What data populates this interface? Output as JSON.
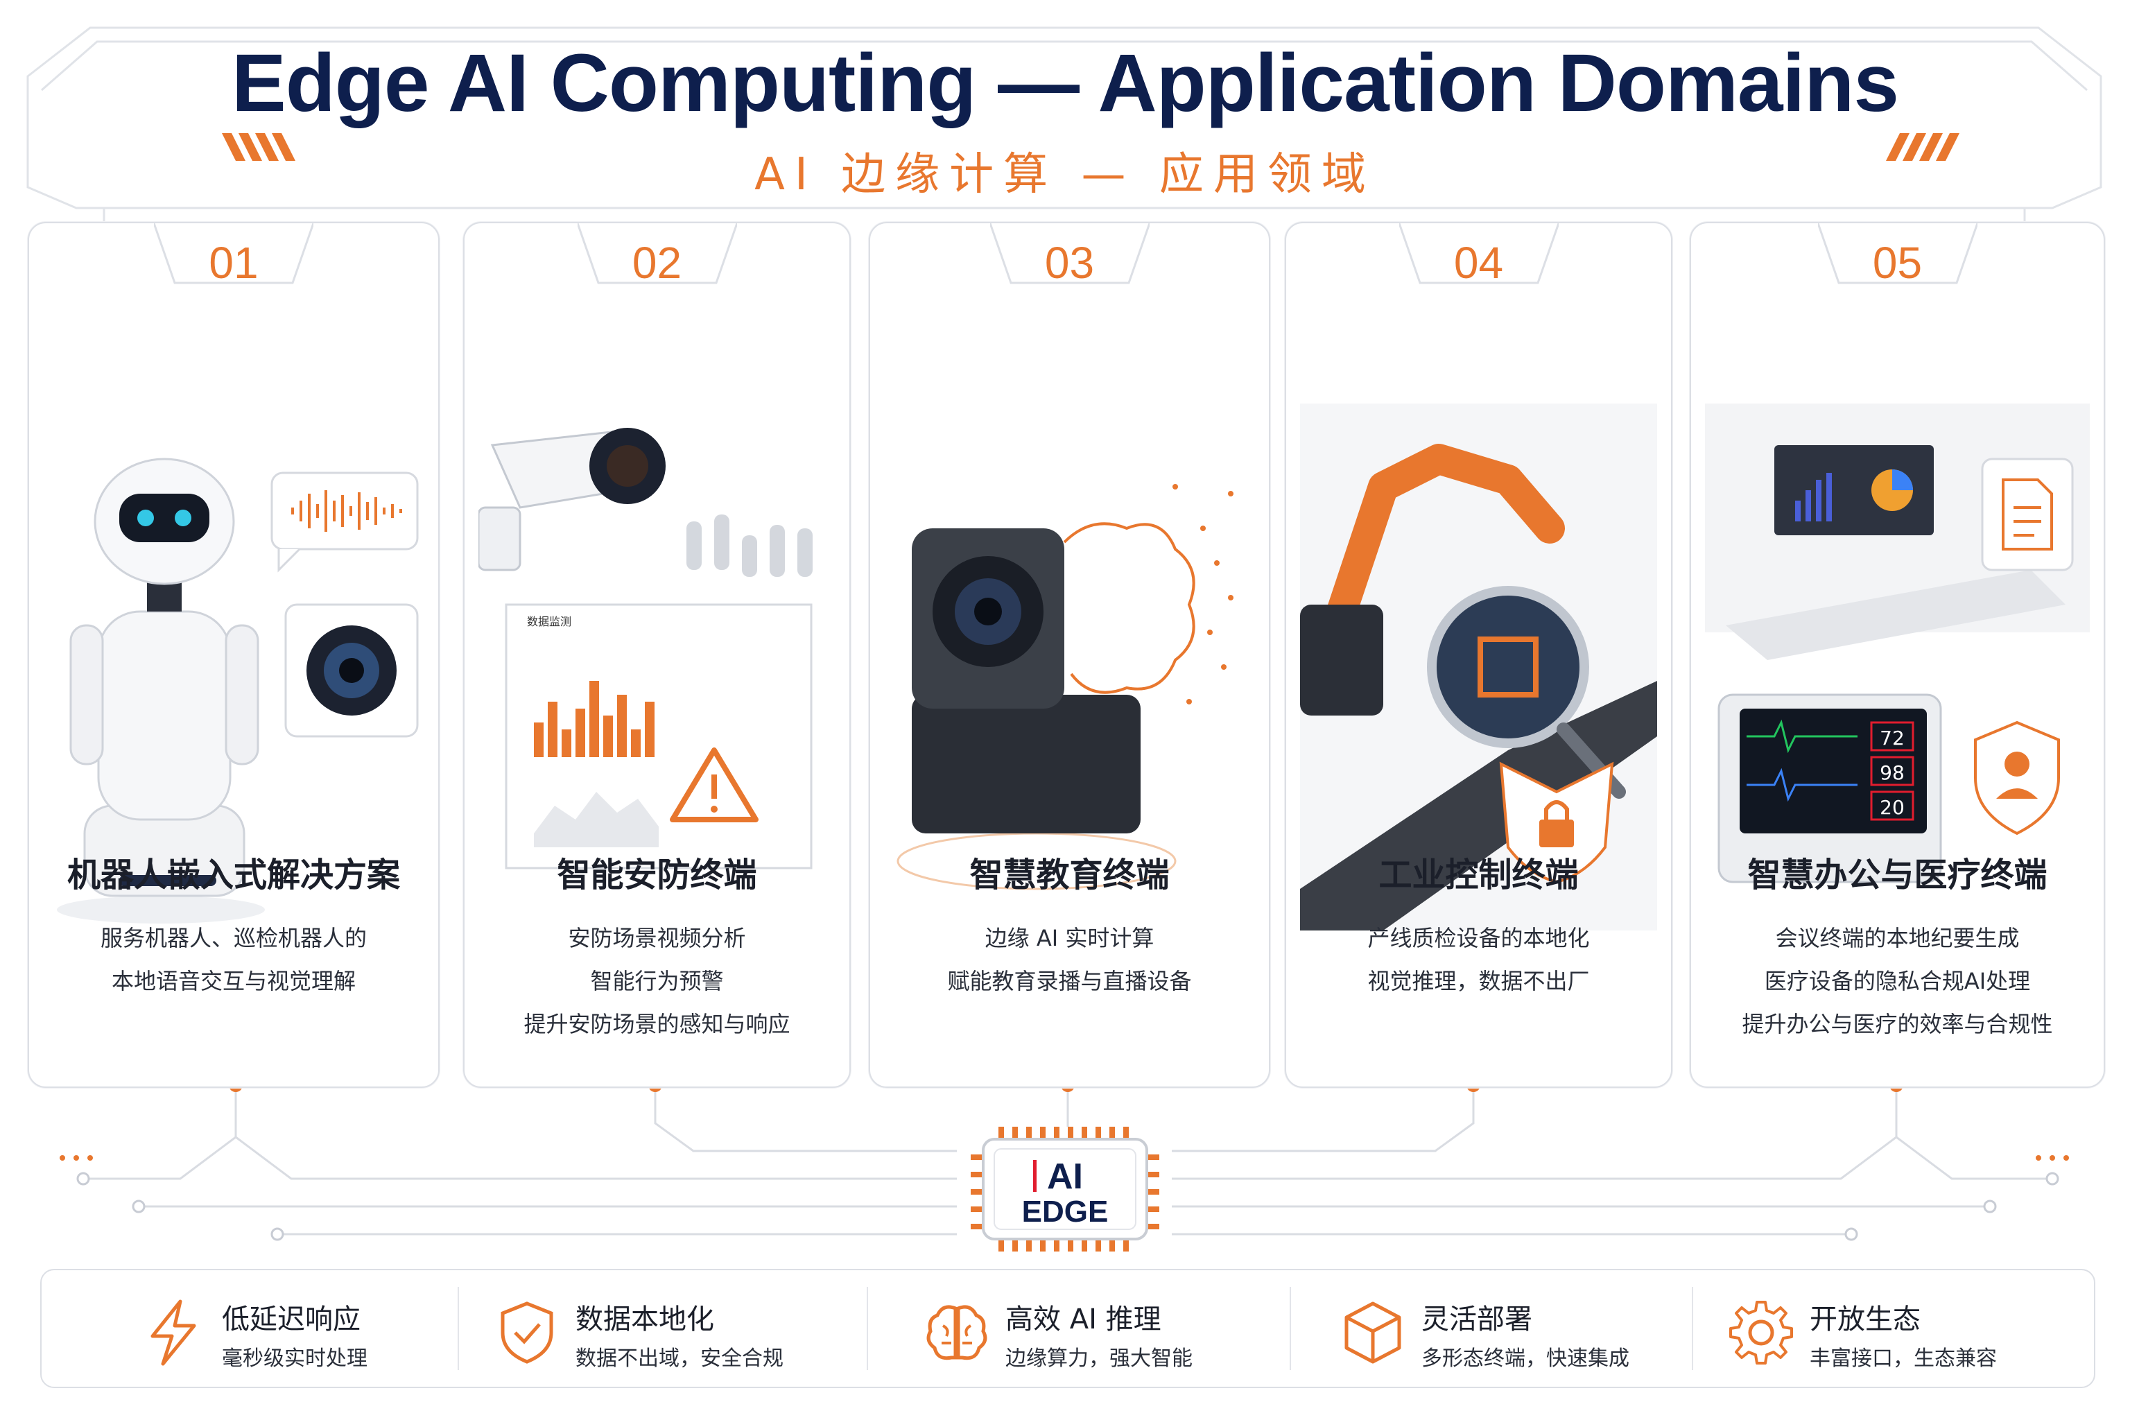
{
  "header": {
    "title": "Edge AI Computing — Application Domains",
    "subtitle": "AI 边缘计算 — 应用领域"
  },
  "colors": {
    "accent": "#e8772e",
    "navy": "#0e1f4d",
    "border": "#dcdfe5",
    "text": "#1b1f2a"
  },
  "cards": [
    {
      "num": "01",
      "title": "机器人嵌入式解决方案",
      "desc": [
        "服务机器人、巡检机器人的",
        "本地语音交互与视觉理解"
      ],
      "icon": "robot-icon"
    },
    {
      "num": "02",
      "title": "智能安防终端",
      "desc": [
        "安防场景视频分析",
        "智能行为预警",
        "提升安防场景的感知与响应"
      ],
      "icon": "security-camera-icon"
    },
    {
      "num": "03",
      "title": "智慧教育终端",
      "desc": [
        "边缘 AI 实时计算",
        "赋能教育录播与直播设备"
      ],
      "icon": "webcam-brain-icon"
    },
    {
      "num": "04",
      "title": "工业控制终端",
      "desc": [
        "产线质检设备的本地化",
        "视觉推理，数据不出厂"
      ],
      "icon": "robot-arm-icon"
    },
    {
      "num": "05",
      "title": "智慧办公与医疗终端",
      "desc": [
        "会议终端的本地纪要生成",
        "医疗设备的隐私合规AI处理",
        "提升办公与医疗的效率与合规性"
      ],
      "icon": "office-medical-icon"
    }
  ],
  "art_text": {
    "dashboard_label": "数据监测",
    "vitals": [
      "72",
      "98",
      "20"
    ]
  },
  "chip": {
    "line1": "AI",
    "line2": "EDGE"
  },
  "features": [
    {
      "title": "低延迟响应",
      "sub": "毫秒级实时处理",
      "icon": "lightning-icon"
    },
    {
      "title": "数据本地化",
      "sub": "数据不出域，安全合规",
      "icon": "shield-check-icon"
    },
    {
      "title": "高效 AI 推理",
      "sub": "边缘算力，强大智能",
      "icon": "brain-icon"
    },
    {
      "title": "灵活部署",
      "sub": "多形态终端，快速集成",
      "icon": "cube-icon"
    },
    {
      "title": "开放生态",
      "sub": "丰富接口，生态兼容",
      "icon": "gear-icon"
    }
  ]
}
